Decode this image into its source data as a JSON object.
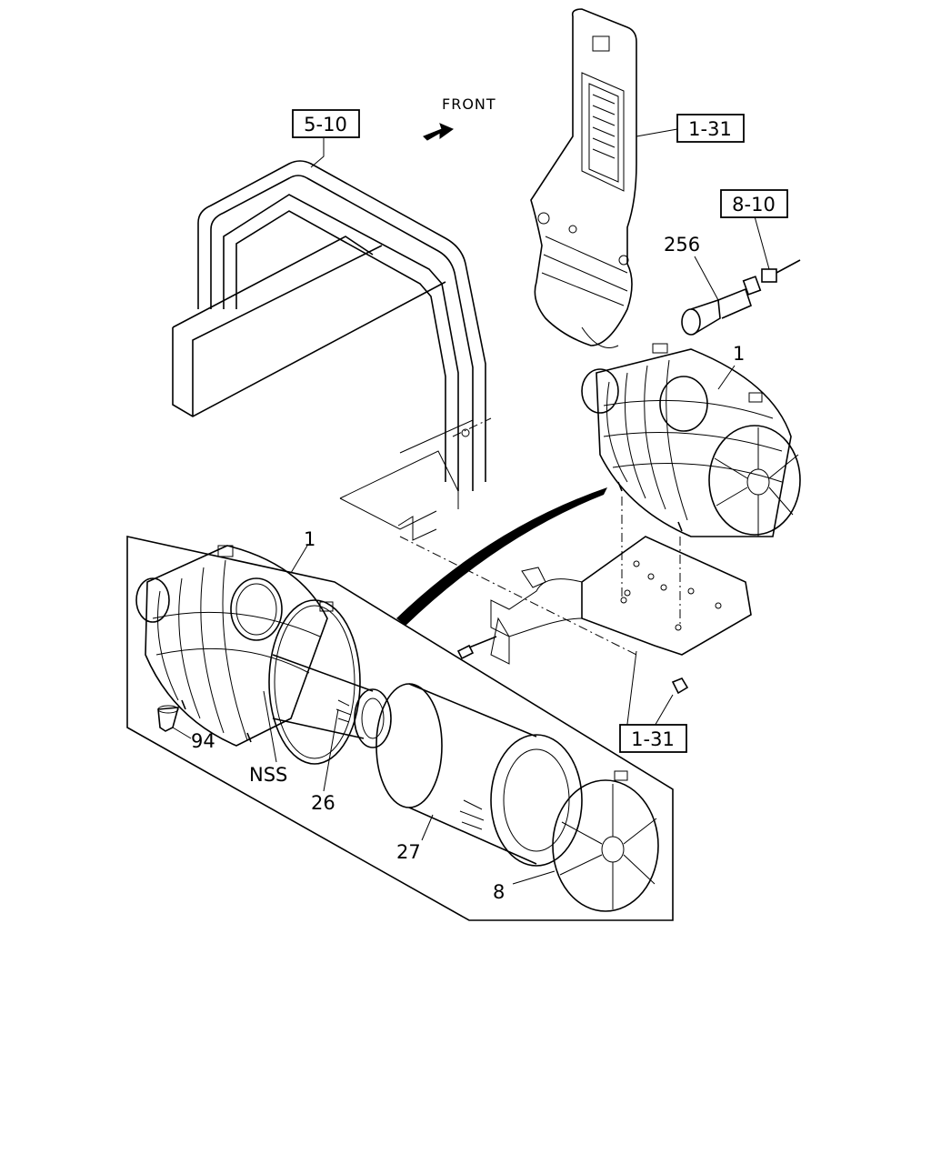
{
  "direction_label": "FRONT",
  "references": {
    "ref_5_10": "5-10",
    "ref_1_31_top": "1-31",
    "ref_8_10": "8-10",
    "ref_1_31_bottom": "1-31"
  },
  "callouts": {
    "p256": "256",
    "p1_upper": "1",
    "p1_lower": "1",
    "p94": "94",
    "pNSS": "NSS",
    "p26": "26",
    "p27": "27",
    "p8": "8"
  }
}
